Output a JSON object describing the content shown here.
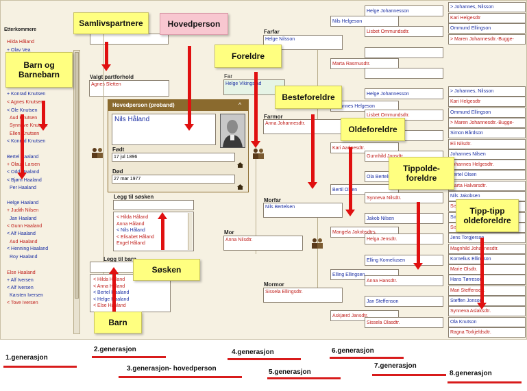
{
  "sidebar": {
    "title": "Etterkommere",
    "items": [
      {
        "text": "Hilda Håland",
        "g": "f"
      },
      {
        "text": "+ Olav Vea",
        "g": "m"
      },
      {
        "text": "+ Konrad Knutsen",
        "g": "m"
      },
      {
        "text": "< Agnes Knutsen",
        "g": "f"
      },
      {
        "text": "< Ole Knutsen",
        "g": "m"
      },
      {
        "text": "Aud Knutsen",
        "g": "f"
      },
      {
        "text": "Synnøve Knutsen",
        "g": "f"
      },
      {
        "text": "Ellen Knutsen",
        "g": "f"
      },
      {
        "text": "< Konrad Knutsen",
        "g": "m"
      },
      {
        "text": "Bertel Haaland",
        "g": "m"
      },
      {
        "text": "+ Olaug Larsen",
        "g": "f"
      },
      {
        "text": "< Odd Haaland",
        "g": "m"
      },
      {
        "text": "< Bjørn Haaland",
        "g": "m"
      },
      {
        "text": "Per Haaland",
        "g": "m"
      },
      {
        "text": "Helge Haaland",
        "g": "m"
      },
      {
        "text": "+ Judith Nilsen",
        "g": "f"
      },
      {
        "text": "Jan Haaland",
        "g": "m"
      },
      {
        "text": "< Gunn Haaland",
        "g": "f"
      },
      {
        "text": "< Alf Haaland",
        "g": "m"
      },
      {
        "text": "Aud Haaland",
        "g": "f"
      },
      {
        "text": "< Henning Haaland",
        "g": "m"
      },
      {
        "text": "Roy Haaland",
        "g": "m"
      },
      {
        "text": "Else Haaland",
        "g": "f"
      },
      {
        "text": "+ Alf Iversen",
        "g": "m"
      },
      {
        "text": "< Alf Iversen",
        "g": "m"
      },
      {
        "text": "Karsten Iversen",
        "g": "m"
      },
      {
        "text": "< Tove Iversen",
        "g": "f"
      }
    ]
  },
  "partner": {
    "label": "Valgt partforhold",
    "name": "Agnes Sletten"
  },
  "proband": {
    "header": "Hovedperson (proband)",
    "collapse": "^",
    "name": "Nils Håland",
    "born_label": "Født",
    "born": "17 jul 1896",
    "died_label": "Død",
    "died": "27 mar 1977"
  },
  "siblings": {
    "label": "Legg til søsken",
    "items": [
      {
        "text": "< Hilda Håland",
        "g": "f"
      },
      {
        "text": "Anna Håland",
        "g": "f"
      },
      {
        "text": "< Nils Håland",
        "g": "m"
      },
      {
        "text": "< Elisabet Håland",
        "g": "f"
      },
      {
        "text": "Engel Håland",
        "g": "f"
      }
    ]
  },
  "children": {
    "label": "Legg til barn",
    "items": [
      {
        "text": "< Hilda Håland",
        "g": "f"
      },
      {
        "text": "< Anna Håland",
        "g": "f"
      },
      {
        "text": "< Bertel Haaland",
        "g": "m"
      },
      {
        "text": "< Helge Haaland",
        "g": "m"
      },
      {
        "text": "< Else Haaland",
        "g": "f"
      }
    ]
  },
  "parents": {
    "father_label": "Far",
    "father": "Helge Vikingstad",
    "mother_label": "Mor",
    "mother": "Anna Nilsdtr."
  },
  "grandparents": {
    "farfar_label": "Farfar",
    "farfar": "Helge Nilsson",
    "farmor_label": "Farmor",
    "farmor": "Anna Johannesdtr.",
    "morfar_label": "Morfar",
    "morfar": "Nils Bertelsen",
    "mormor_label": "Mormor",
    "mormor": "Sissela Ellingsdtr."
  },
  "gen4": [
    {
      "text": "Nils Helgeson",
      "g": "m"
    },
    {
      "text": "Marta Rasmusdtr.",
      "g": "f"
    },
    {
      "text": "Johannes Helgeson",
      "g": "m"
    },
    {
      "text": "Kari Aadnesdtr.",
      "g": "f"
    },
    {
      "text": "Bertil Olsen",
      "g": "m"
    },
    {
      "text": "Mangela Jakobsdtrs.",
      "g": "f"
    },
    {
      "text": "Elling Ellingsen",
      "g": "m"
    },
    {
      "text": "Askjærd Jansdtr.",
      "g": "f"
    }
  ],
  "gen5": [
    {
      "text": "Helge Johannesson",
      "g": "m"
    },
    {
      "text": "Lisbet Ommundsdtr.",
      "g": "f"
    },
    {
      "text": "",
      "g": "m"
    },
    {
      "text": "",
      "g": "f"
    },
    {
      "text": "Helge Johannesson",
      "g": "m"
    },
    {
      "text": "Lisbet Ommundsdtr.",
      "g": "f"
    },
    {
      "text": "",
      "g": "m"
    },
    {
      "text": "Gunnhild Jonsdtr.",
      "g": "f"
    },
    {
      "text": "Ola Bertelsen",
      "g": "m"
    },
    {
      "text": "Synneva Nilsdtr.",
      "g": "f"
    },
    {
      "text": "Jakob Nilsen",
      "g": "m"
    },
    {
      "text": "Helga Jensdtr.",
      "g": "f"
    },
    {
      "text": "Elling Korneliusen",
      "g": "m"
    },
    {
      "text": "Anna Hansdtr.",
      "g": "f"
    },
    {
      "text": "Jan Steffenson",
      "g": "m"
    },
    {
      "text": "Sissela Olasdtr.",
      "g": "f"
    }
  ],
  "gen6": [
    {
      "text": "> Johannes, Nilsson",
      "g": "m"
    },
    {
      "text": "Kari Helgesdtr",
      "g": "f"
    },
    {
      "text": "Ommund Ellingson",
      "g": "m"
    },
    {
      "text": "> Maren Johannesdtr.-Bugge-",
      "g": "f"
    },
    {
      "text": "> Johannes, Nilsson",
      "g": "m"
    },
    {
      "text": "Kari Helgesdtr",
      "g": "f"
    },
    {
      "text": "Ommund Ellingson",
      "g": "m"
    },
    {
      "text": "> Maren Johannesdtr.-Bugge-",
      "g": "f"
    },
    {
      "text": "Simon Bårdson",
      "g": "m"
    },
    {
      "text": "Eli Nilsdtr.",
      "g": "f"
    },
    {
      "text": "Johannes Nilsen",
      "g": "m"
    },
    {
      "text": "Johannes Helgesdtr.",
      "g": "f"
    },
    {
      "text": "Bertel Olsen",
      "g": "m"
    },
    {
      "text": "Marta Halvarsdtr.",
      "g": "f"
    },
    {
      "text": "Nils Jakobsen",
      "g": "m"
    },
    {
      "text": "Sissela Jensdtr.",
      "g": "f"
    },
    {
      "text": "Simon Nilsen",
      "g": "m"
    },
    {
      "text": "Sissela Ellingsdtr.",
      "g": "f"
    },
    {
      "text": "Jens Torgjerson",
      "g": "m"
    },
    {
      "text": "Magnhild Johannesdtr.",
      "g": "f"
    },
    {
      "text": "Kornelius Ellingson",
      "g": "m"
    },
    {
      "text": "Marie Olsdtr.",
      "g": "f"
    },
    {
      "text": "Hans Tørreson",
      "g": "m"
    },
    {
      "text": "Mari Steffensdtr.",
      "g": "f"
    },
    {
      "text": "Steffen Jonson",
      "g": "m"
    },
    {
      "text": "Synneva Aslaksdtr.",
      "g": "f"
    },
    {
      "text": "Ola Knutson",
      "g": "m"
    },
    {
      "text": "Ragna Torkjeldsdtr.",
      "g": "f"
    }
  ],
  "notes": {
    "samliv": "Samlivspartnere",
    "hoved": "Hovedperson",
    "barnebarn": "Barn og Barnebarn",
    "foreldre": "Foreldre",
    "besteforeldre": "Besteforeldre",
    "oldeforeldre": "Oldeforeldre",
    "tippolde": "Tippolde-foreldre",
    "tipptipp": "Tipp-tipp oldeforeldre",
    "sosken": "Søsken",
    "barn": "Barn"
  },
  "generations": {
    "g1": "1.generasjon",
    "g2": "2.generasjon",
    "g3": "3.generasjon- hovedperson",
    "g4": "4.generasjon",
    "g5": "5.generasjon",
    "g6": "6.generasjon",
    "g7": "7.generasjon",
    "g8": "8.generasjon"
  },
  "colors": {
    "male": "#1b2fa3",
    "female": "#c0201c",
    "note": "#ffff80",
    "arrow": "#e01010",
    "header": "#8a6a2e"
  }
}
